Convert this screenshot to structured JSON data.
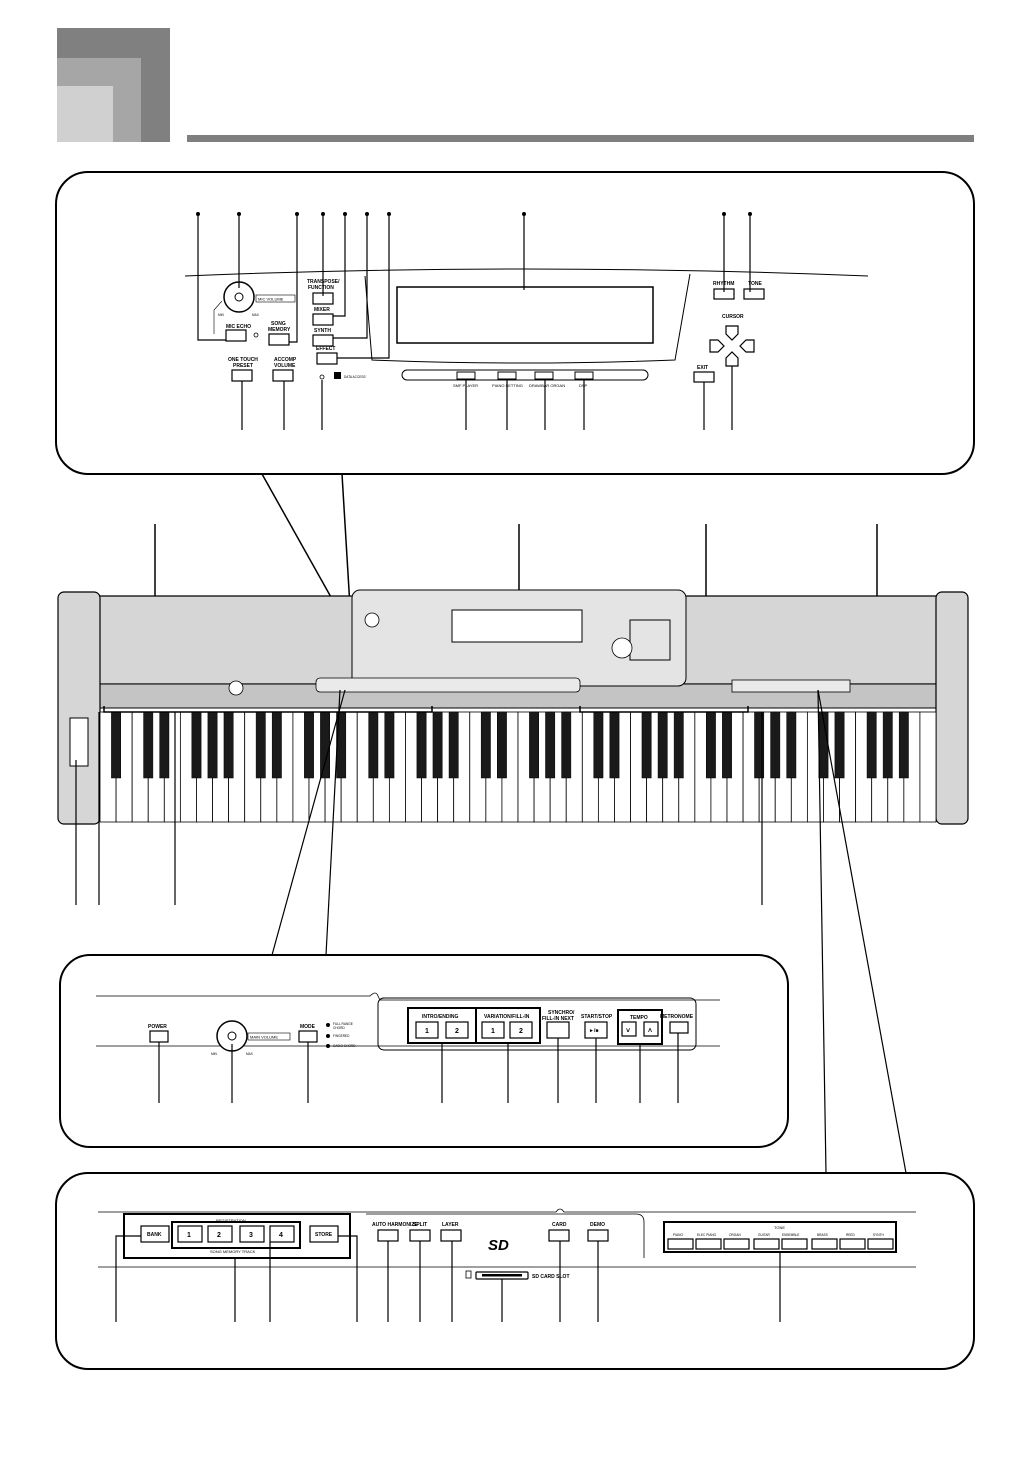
{
  "panel_top": {
    "mic_volume": "MIC VOLUME",
    "min": "MIN",
    "max": "MAX",
    "mic_echo": "MIC ECHO",
    "song_memory": [
      "SONG",
      "MEMORY"
    ],
    "transpose_function": [
      "TRANSPOSE/",
      "FUNCTION"
    ],
    "mixer": "MIXER",
    "synth": "SYNTH",
    "effect": "EFFECT",
    "one_touch_preset": [
      "ONE TOUCH",
      "PRESET"
    ],
    "accomp_volume": [
      "ACCOMP",
      "VOLUME"
    ],
    "data_access": "DATA ACCESS",
    "smf_player": "SMF PLAYER",
    "piano_setting": "PIANO SETTING",
    "drawbar_organ": "DRAWBAR ORGAN",
    "dsp": "DSP",
    "rhythm": "RHYTHM",
    "tone": "TONE",
    "cursor": "CURSOR",
    "exit": "EXIT"
  },
  "panel_left": {
    "power": "POWER",
    "main_volume": "MAIN VOLUME",
    "min": "MIN",
    "max": "MAX",
    "mode": "MODE",
    "mode_options": [
      [
        "FULL RANGE",
        "CHORD"
      ],
      [
        "FINGERED"
      ],
      [
        "CASIO CHORD"
      ]
    ],
    "intro_ending": "INTRO/ENDING",
    "variation_fill_in": "VARIATION/FILL-IN",
    "button_1": "1",
    "button_2": "2",
    "synchro_fill_in_next": [
      "SYNCHRO/",
      "FILL-IN NEXT"
    ],
    "start_stop": "START/STOP",
    "start_stop_symbol": "►/■",
    "tempo": "TEMPO",
    "tempo_down": "˅",
    "tempo_up": "˄",
    "metronome": "METRONOME"
  },
  "panel_bottom": {
    "registration": "REGISTRATION",
    "bank": "BANK",
    "registration_numbers": [
      "1",
      "2",
      "3",
      "4"
    ],
    "store": "STORE",
    "song_memory_track": "SONG MEMORY TRACK",
    "auto_harmonize": "AUTO HARMONIZE",
    "split": "SPLIT",
    "layer": "LAYER",
    "sd_logo": "SD",
    "card": "CARD",
    "demo": "DEMO",
    "sd_card_slot": "SD CARD SLOT",
    "tone": "TONE",
    "tone_buttons": [
      "PIANO",
      "ELEC PIANO",
      "ORGAN",
      "GUITAR",
      "ENSEMBLE",
      "BRASS",
      "REED",
      "SYNTH"
    ]
  },
  "colors": {
    "header_dark": "#808080",
    "header_mid": "#a6a6a6",
    "header_light": "#d0d0d0",
    "rule": "#7f7f7f",
    "keyboard_body": "#d6d6d6",
    "keyboard_dark": "#9a9a9a"
  }
}
